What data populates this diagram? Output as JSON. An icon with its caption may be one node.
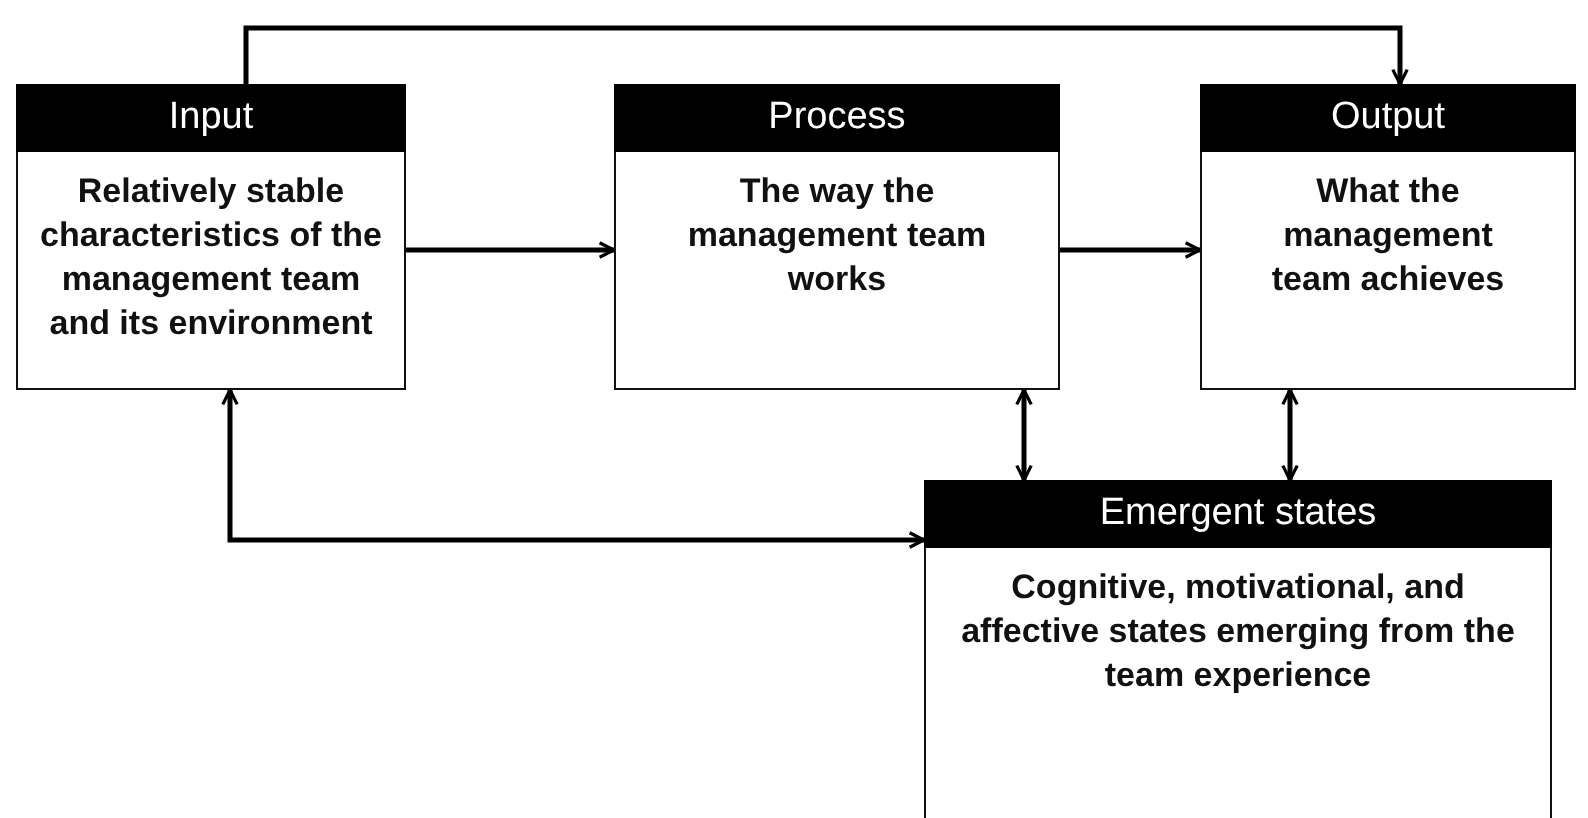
{
  "diagram": {
    "nodes": [
      {
        "text": [
          "Input",
          "Relatively stable characteristics of the management team and its environment"
        ]
      },
      {
        "text": [
          "Process",
          "The way the management team works"
        ]
      },
      {
        "text": [
          "Output",
          "What the management team achieves"
        ]
      },
      {
        "text": [
          "Emergent states",
          "Cognitive, motivational, and affective states emerging from the team experience"
        ]
      }
    ],
    "edges": [
      {
        "from": 0,
        "to": 2,
        "arrow": "to"
      },
      {
        "from": 0,
        "to": 1,
        "arrow": "to"
      },
      {
        "from": 1,
        "to": 2,
        "arrow": "to"
      },
      {
        "from": 1,
        "to": 3,
        "arrow": "both"
      },
      {
        "from": 2,
        "to": 3,
        "arrow": "both"
      },
      {
        "from": 0,
        "to": 3,
        "arrow": "both"
      }
    ]
  }
}
